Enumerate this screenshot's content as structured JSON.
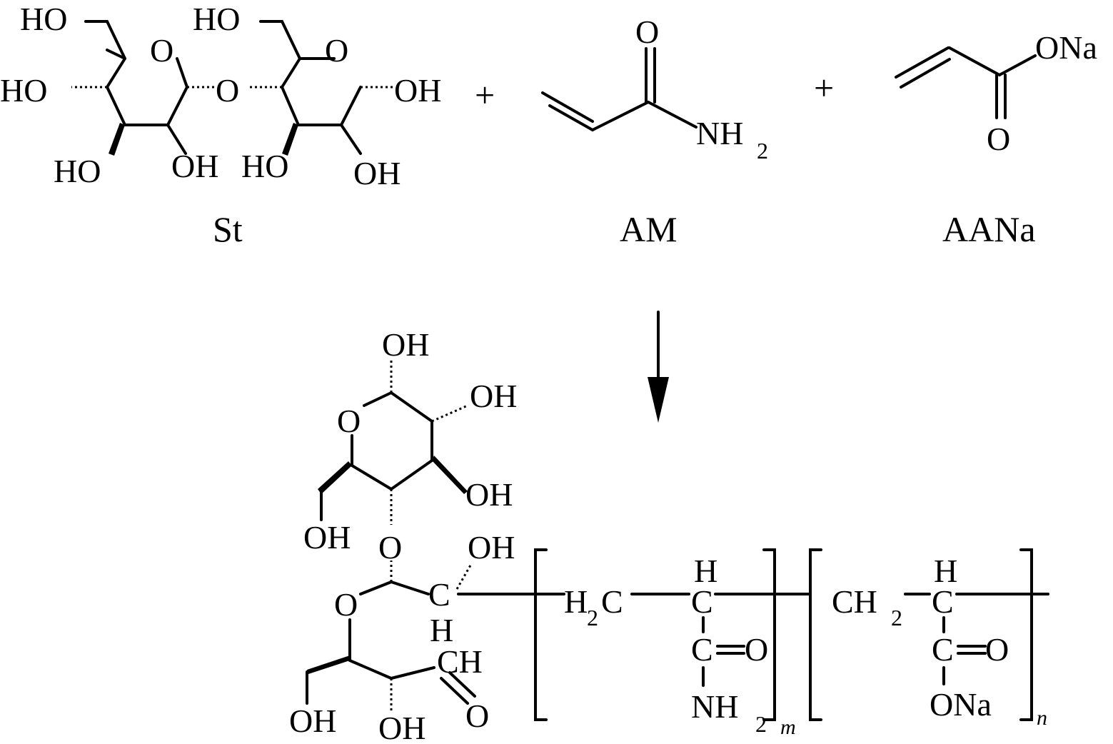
{
  "reactants": {
    "starch": {
      "label": "St"
    },
    "acrylamide": {
      "label": "AM",
      "groups": [
        "O",
        "NH",
        "2"
      ]
    },
    "sodium_acrylate": {
      "label": "AANa",
      "groups": [
        "ONa",
        "O"
      ]
    }
  },
  "operators": {
    "plus": "+"
  },
  "groups": {
    "HO": "HO",
    "OH": "OH",
    "O": "O",
    "H": "H",
    "C": "C",
    "CH": "CH",
    "CH2_main": "CH",
    "H2C_main": "H",
    "sub2": "2",
    "NH": "NH",
    "ONa": "ONa",
    "C_eq_O": "C=O",
    "m": "m",
    "n": "n"
  }
}
